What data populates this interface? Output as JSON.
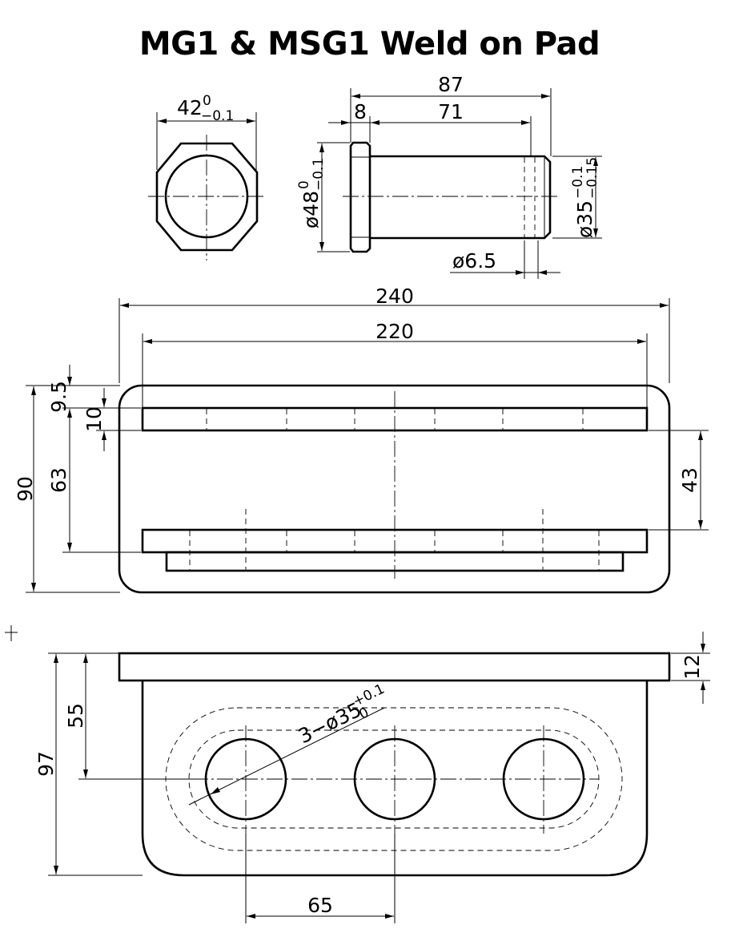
{
  "title": "MG1 & MSG1 Weld on Pad",
  "dimensions": {
    "end_width": "42",
    "end_width_tol_upper": "0",
    "end_width_tol_lower": "−0.1",
    "pin_length": "87",
    "flange_thickness": "8",
    "shaft_length": "71",
    "flange_dia_prefix": "ø48",
    "flange_dia_tol_upper": "0",
    "flange_dia_tol_lower": "−0.1",
    "shaft_dia_prefix": "ø35",
    "shaft_dia_tol_upper": "−0.1",
    "shaft_dia_tol_lower": "−0.15",
    "chamfer_dia": "ø6.5",
    "plate_width": "240",
    "rail_length": "220",
    "rail_offset": "9.5",
    "rail_thickness": "10",
    "rail_spacing": "63",
    "plate_depth": "90",
    "rail_gap": "43",
    "top_thickness": "12",
    "hole_centre_height": "55",
    "overall_height": "97",
    "holes_callout": "3−ø35",
    "holes_tol_upper": "+0.1",
    "holes_tol_lower": "0",
    "hole_pitch": "65"
  }
}
